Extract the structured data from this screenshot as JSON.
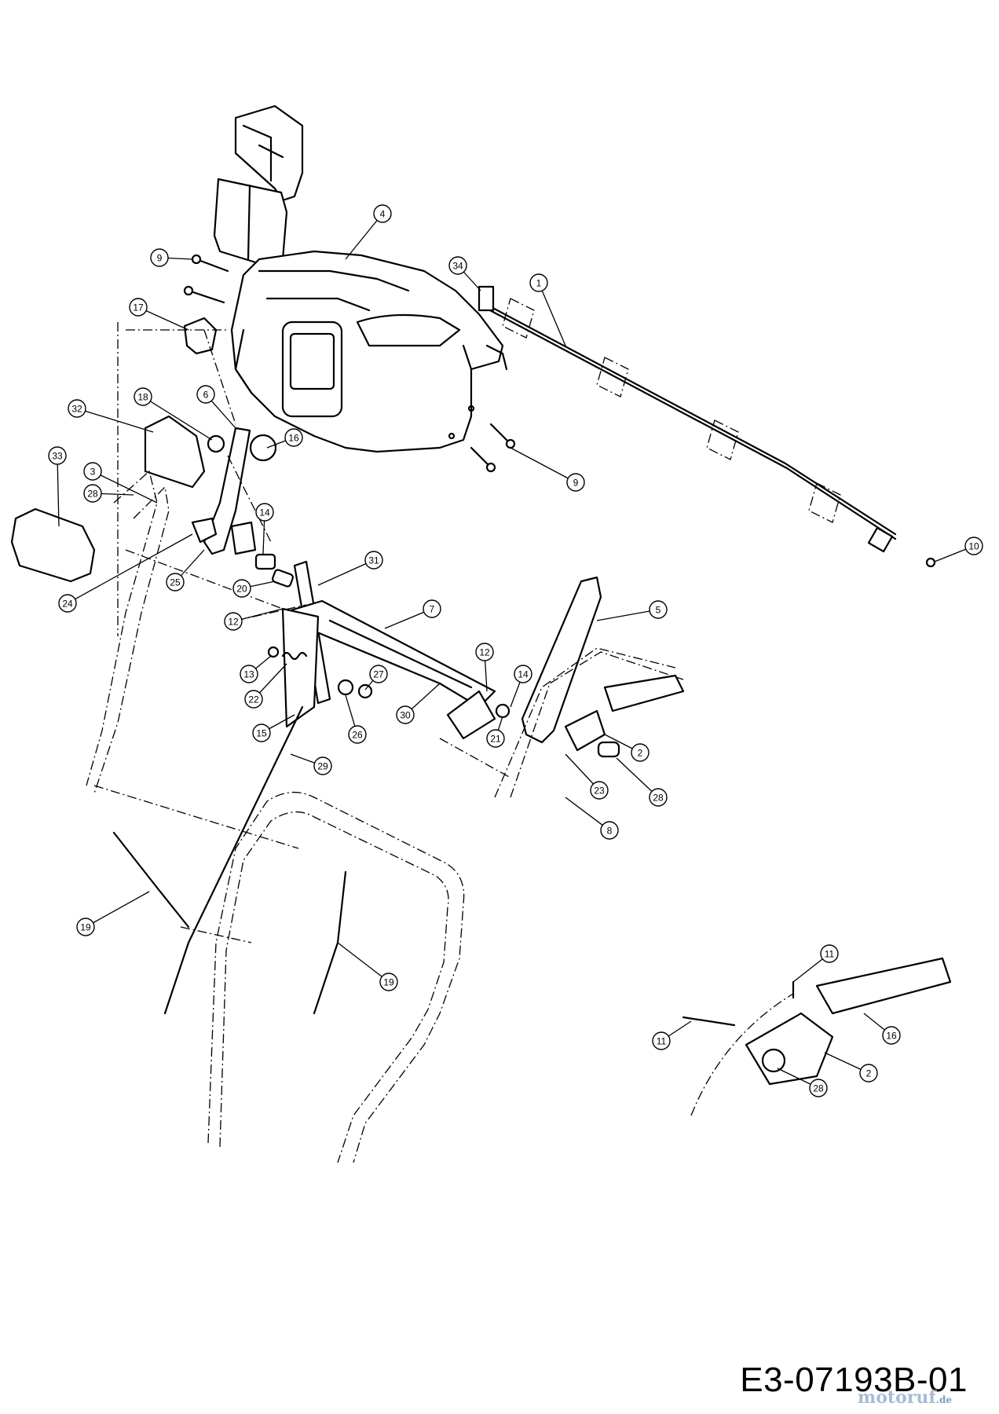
{
  "drawing": {
    "number": "E3-07193B-01",
    "watermark": "motoruf",
    "watermark_suffix": ".de"
  },
  "callouts": [
    {
      "id": "c1",
      "label": "1"
    },
    {
      "id": "c2a",
      "label": "2"
    },
    {
      "id": "c2b",
      "label": "2"
    },
    {
      "id": "c3",
      "label": "3"
    },
    {
      "id": "c4",
      "label": "4"
    },
    {
      "id": "c5",
      "label": "5"
    },
    {
      "id": "c6",
      "label": "6"
    },
    {
      "id": "c7",
      "label": "7"
    },
    {
      "id": "c8",
      "label": "8"
    },
    {
      "id": "c9a",
      "label": "9"
    },
    {
      "id": "c9b",
      "label": "9"
    },
    {
      "id": "c10",
      "label": "10"
    },
    {
      "id": "c11a",
      "label": "11"
    },
    {
      "id": "c11b",
      "label": "11"
    },
    {
      "id": "c12a",
      "label": "12"
    },
    {
      "id": "c12b",
      "label": "12"
    },
    {
      "id": "c13",
      "label": "13"
    },
    {
      "id": "c14a",
      "label": "14"
    },
    {
      "id": "c14b",
      "label": "14"
    },
    {
      "id": "c15",
      "label": "15"
    },
    {
      "id": "c16a",
      "label": "16"
    },
    {
      "id": "c16b",
      "label": "16"
    },
    {
      "id": "c17",
      "label": "17"
    },
    {
      "id": "c18",
      "label": "18"
    },
    {
      "id": "c19a",
      "label": "19"
    },
    {
      "id": "c19b",
      "label": "19"
    },
    {
      "id": "c20",
      "label": "20"
    },
    {
      "id": "c21",
      "label": "21"
    },
    {
      "id": "c22",
      "label": "22"
    },
    {
      "id": "c23",
      "label": "23"
    },
    {
      "id": "c24",
      "label": "24"
    },
    {
      "id": "c25",
      "label": "25"
    },
    {
      "id": "c26",
      "label": "26"
    },
    {
      "id": "c27",
      "label": "27"
    },
    {
      "id": "c28a",
      "label": "28"
    },
    {
      "id": "c28b",
      "label": "28"
    },
    {
      "id": "c28c",
      "label": "28"
    },
    {
      "id": "c29",
      "label": "29"
    },
    {
      "id": "c30",
      "label": "30"
    },
    {
      "id": "c31",
      "label": "31"
    },
    {
      "id": "c32",
      "label": "32"
    },
    {
      "id": "c33",
      "label": "33"
    },
    {
      "id": "c34",
      "label": "34"
    }
  ]
}
